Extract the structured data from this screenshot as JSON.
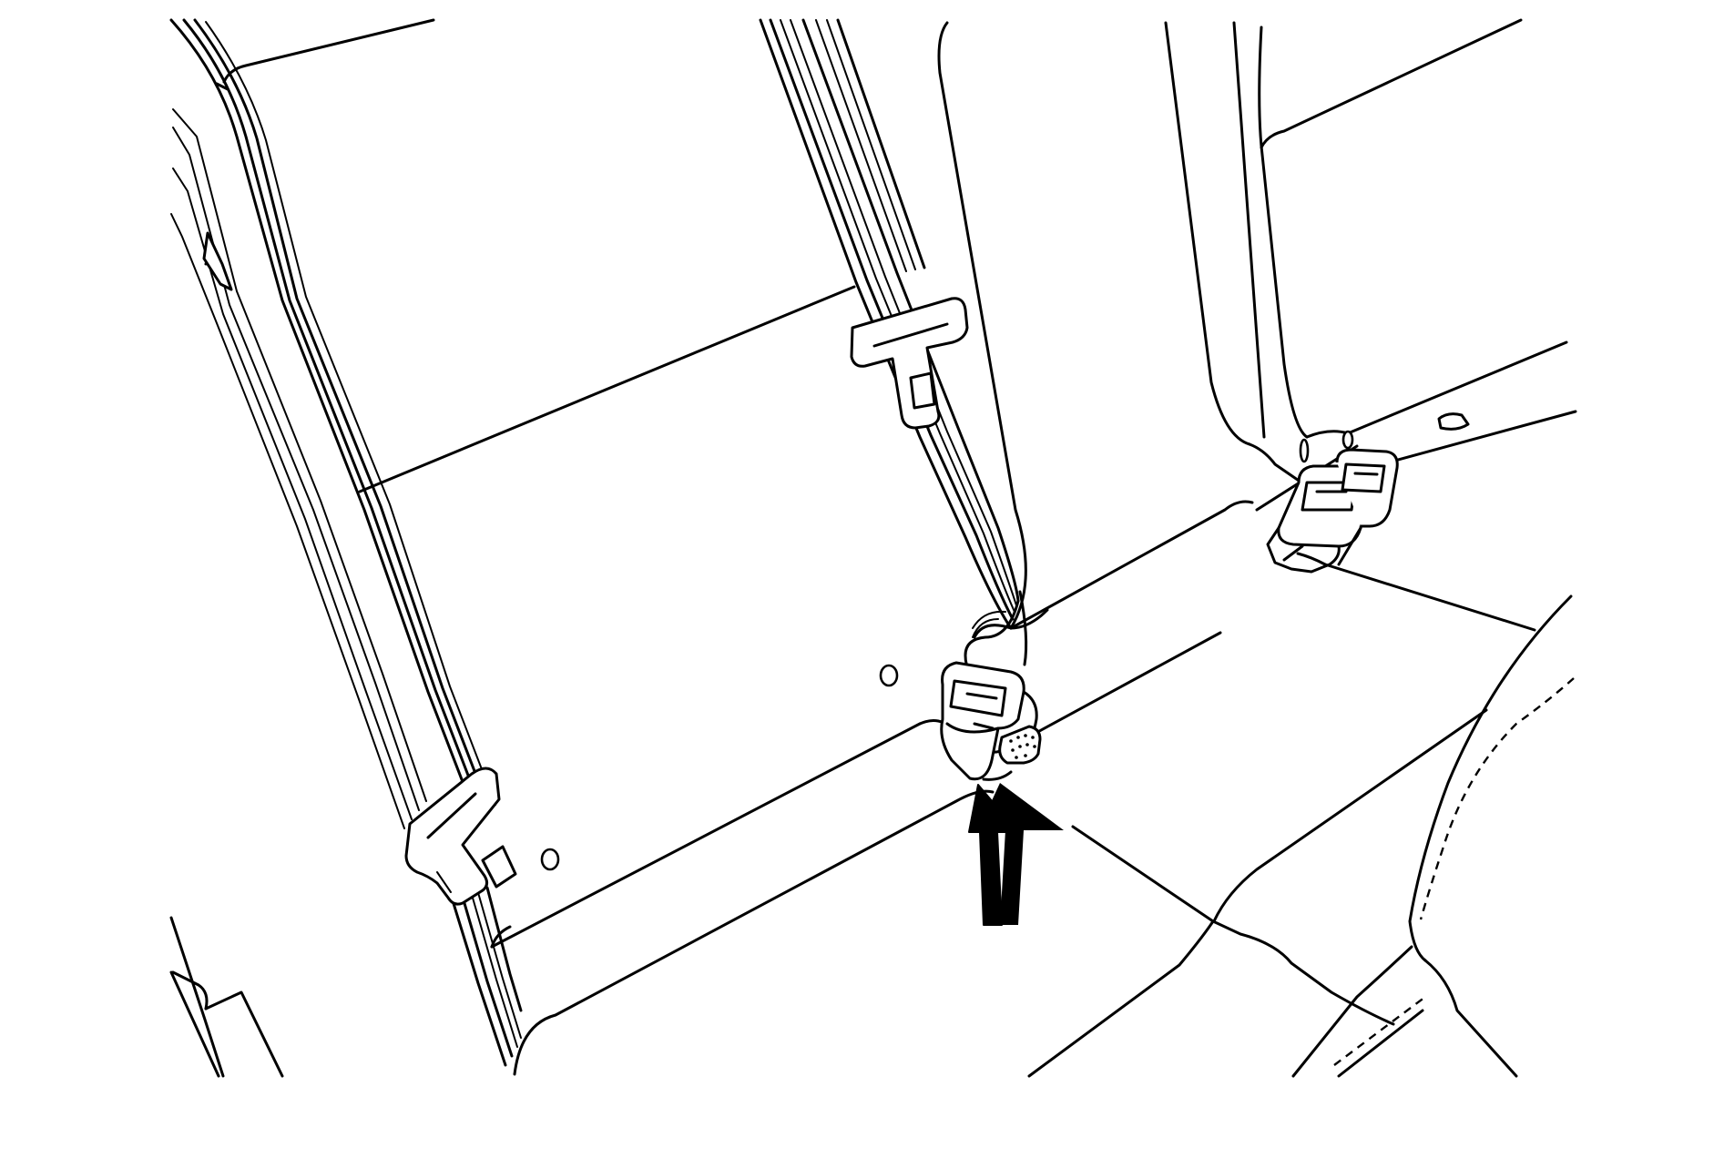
{
  "figure": {
    "subject": "rear-seat-belt-and-buckle-line-drawing",
    "colors": {
      "ink": "#000000",
      "paper": "#ffffff"
    },
    "callout": {
      "kind": "arrow",
      "direction": "up",
      "points_to": "center-buckle-retainer"
    }
  }
}
